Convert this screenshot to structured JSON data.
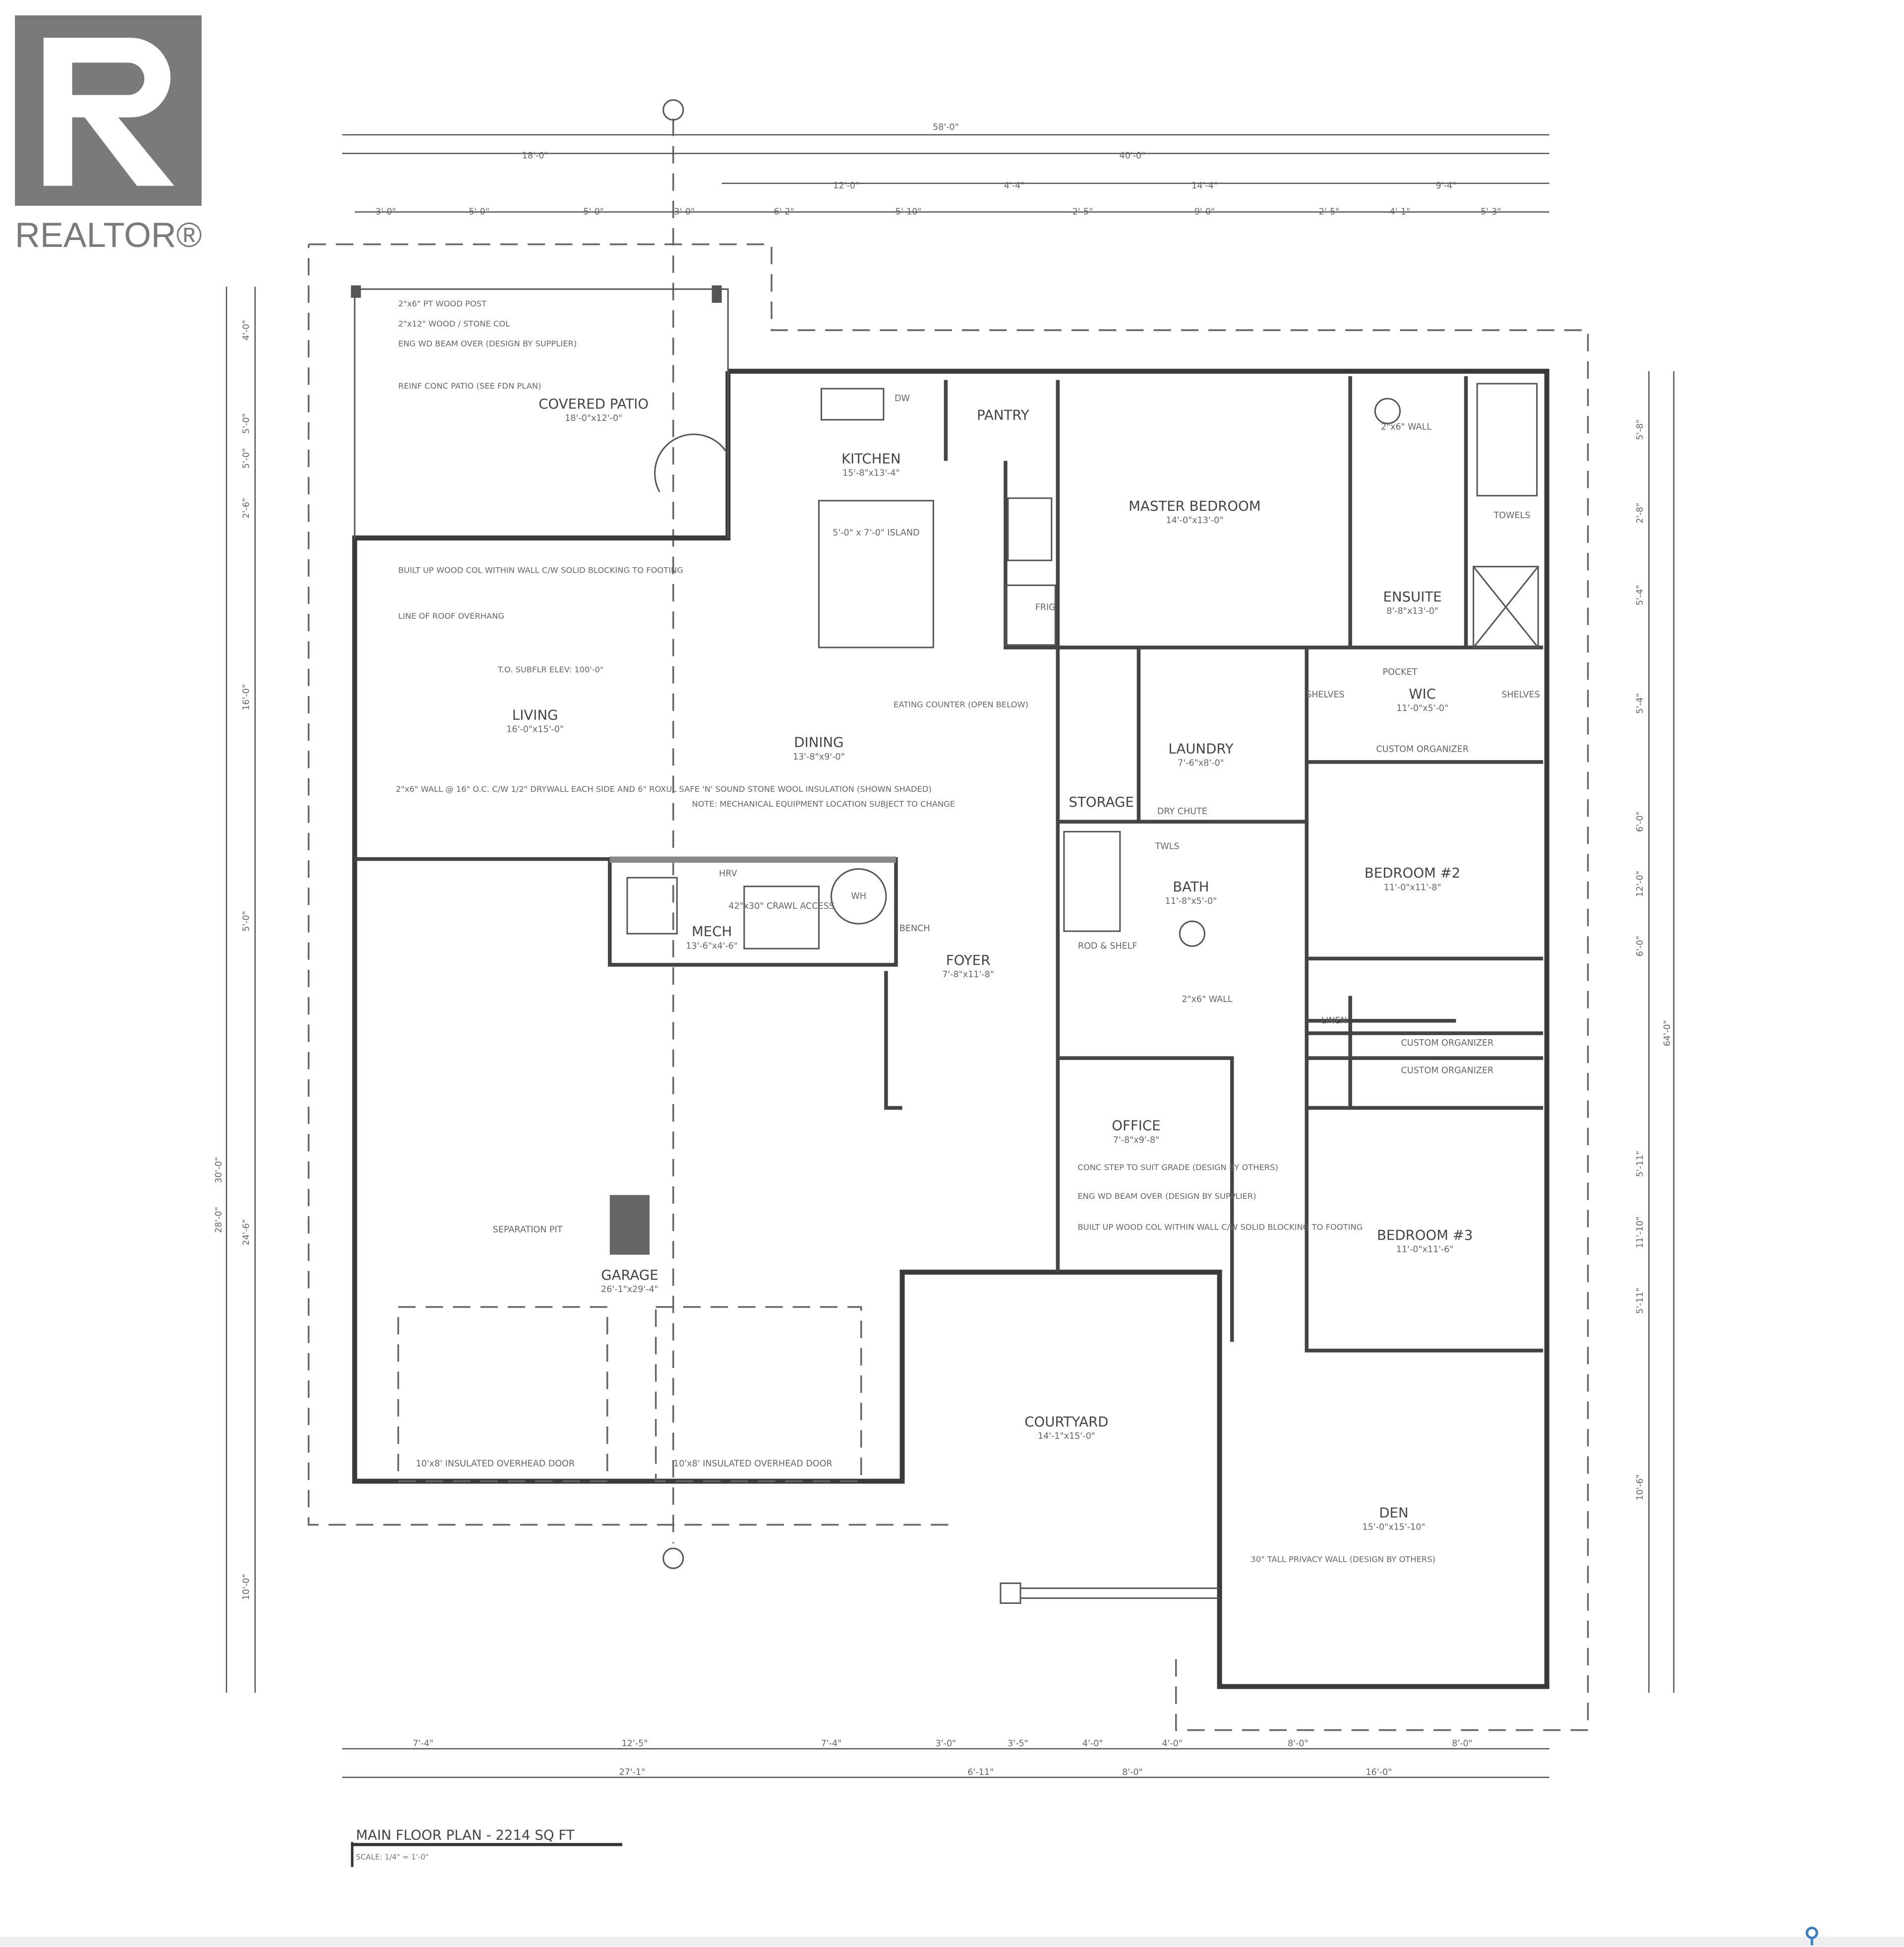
{
  "logo": {
    "text": "REALTOR®",
    "mark": "R",
    "color": "#7a7a7a"
  },
  "title": "MAIN FLOOR PLAN - 2214 SQ FT",
  "scale": "SCALE: 1/4\" = 1'-0\"",
  "rooms": [
    {
      "name": "COVERED PATIO",
      "size": "18'-0\"x12'-0\""
    },
    {
      "name": "KITCHEN",
      "size": "15'-8\"x13'-4\""
    },
    {
      "name": "PANTRY",
      "size": ""
    },
    {
      "name": "MASTER BEDROOM",
      "size": "14'-0\"x13'-0\""
    },
    {
      "name": "ENSUITE",
      "size": "8'-8\"x13'-0\""
    },
    {
      "name": "WIC",
      "size": "11'-0\"x5'-0\""
    },
    {
      "name": "LIVING",
      "size": "16'-0\"x15'-0\""
    },
    {
      "name": "DINING",
      "size": "13'-8\"x9'-0\""
    },
    {
      "name": "LAUNDRY",
      "size": "7'-6\"x8'-0\""
    },
    {
      "name": "STORAGE",
      "size": ""
    },
    {
      "name": "MECH",
      "size": "13'-6\"x4'-6\""
    },
    {
      "name": "FOYER",
      "size": "7'-8\"x11'-8\""
    },
    {
      "name": "BATH",
      "size": "11'-8\"x5'-0\""
    },
    {
      "name": "BEDROOM #2",
      "size": "11'-0\"x11'-8\""
    },
    {
      "name": "OFFICE",
      "size": "7'-8\"x9'-8\""
    },
    {
      "name": "BEDROOM #3",
      "size": "11'-0\"x11'-6\""
    },
    {
      "name": "GARAGE",
      "size": "26'-1\"x29'-4\""
    },
    {
      "name": "COURTYARD",
      "size": "14'-1\"x15'-0\""
    },
    {
      "name": "DEN",
      "size": "15'-0\"x15'-10\""
    }
  ],
  "fixtures": [
    "DW",
    "5'-0\" x 7'-0\" ISLAND",
    "FRIG",
    "TOWELS",
    "SHELVES",
    "SHELVES",
    "POCKET",
    "CUSTOM ORGANIZER",
    "CUSTOM ORGANIZER",
    "CUSTOM ORGANIZER",
    "DRY CHUTE",
    "TWLS",
    "ROD & SHELF",
    "LINEN",
    "HRV",
    "42\"x30\" CRAWL ACCESS",
    "WH",
    "BENCH",
    "SEPARATION PIT",
    "10'x8' INSULATED OVERHEAD DOOR",
    "10'x8' INSULATED OVERHEAD DOOR",
    "2\"x6\" WALL",
    "2\"x6\" WALL"
  ],
  "notes": [
    "2\"x6\" PT WOOD POST",
    "2\"x12\" WOOD / STONE COL",
    "ENG WD BEAM OVER (DESIGN BY SUPPLIER)",
    "REINF CONC PATIO (SEE FDN PLAN)",
    "BUILT UP WOOD COL WITHIN WALL C/W SOLID BLOCKING TO FOOTING",
    "LINE OF ROOF OVERHANG",
    "T.O. SUBFLR ELEV: 100'-0\"",
    "EATING COUNTER (OPEN BELOW)",
    "2\"x6\" WALL @ 16\" O.C. C/W 1/2\" DRYWALL EACH SIDE AND 6\" ROXUL SAFE 'N' SOUND STONE WOOL INSULATION (SHOWN SHADED)",
    "NOTE: MECHANICAL EQUIPMENT LOCATION SUBJECT TO CHANGE",
    "CONC STEP TO SUIT GRADE (DESIGN BY OTHERS)",
    "ENG WD BEAM OVER (DESIGN BY SUPPLIER)",
    "BUILT UP WOOD COL WITHIN WALL C/W SOLID BLOCKING TO FOOTING",
    "30\" TALL PRIVACY WALL (DESIGN BY OTHERS)"
  ],
  "dimensions": {
    "top": [
      "58'-0\"",
      "18'-0\"",
      "40'-0\"",
      "12'-0\"",
      "4'-4\"",
      "14'-4\"",
      "9'-4\"",
      "3'-0\"",
      "5'-0\"",
      "5'-0\"",
      "3'-0\"",
      "6'-2\"",
      "5'-10\"",
      "2'-5\"",
      "9'-0\"",
      "2'-5\"",
      "4'-1\"",
      "5'-3\""
    ],
    "bottom": [
      "7'-4\"",
      "12'-5\"",
      "7'-4\"",
      "3'-0\"",
      "3'-5\"",
      "4'-0\"",
      "4'-0\"",
      "8'-0\"",
      "8'-0\"",
      "27'-1\"",
      "6'-11\"",
      "8'-0\"",
      "16'-0\""
    ],
    "left": [
      "4'-0\"",
      "5'-0\"",
      "5'-0\"",
      "2'-6\"",
      "16'-0\"",
      "28'-0\"",
      "5'-0\"",
      "30'-0\"",
      "24'-6\"",
      "10'-0\""
    ],
    "right": [
      "5'-8\"",
      "2'-8\"",
      "5'-4\"",
      "5'-4\"",
      "6'-0\"",
      "12'-0\"",
      "6'-0\"",
      "64'-0\"",
      "5'-11\"",
      "11'-10\"",
      "5'-11\"",
      "10'-6\""
    ]
  },
  "colors": {
    "line": "#3a3a3a",
    "background": "#ffffff",
    "pin": "#3b7fc4"
  },
  "icons": [
    "realtor-logo",
    "location-pin-icon",
    "section-marker-icon"
  ]
}
